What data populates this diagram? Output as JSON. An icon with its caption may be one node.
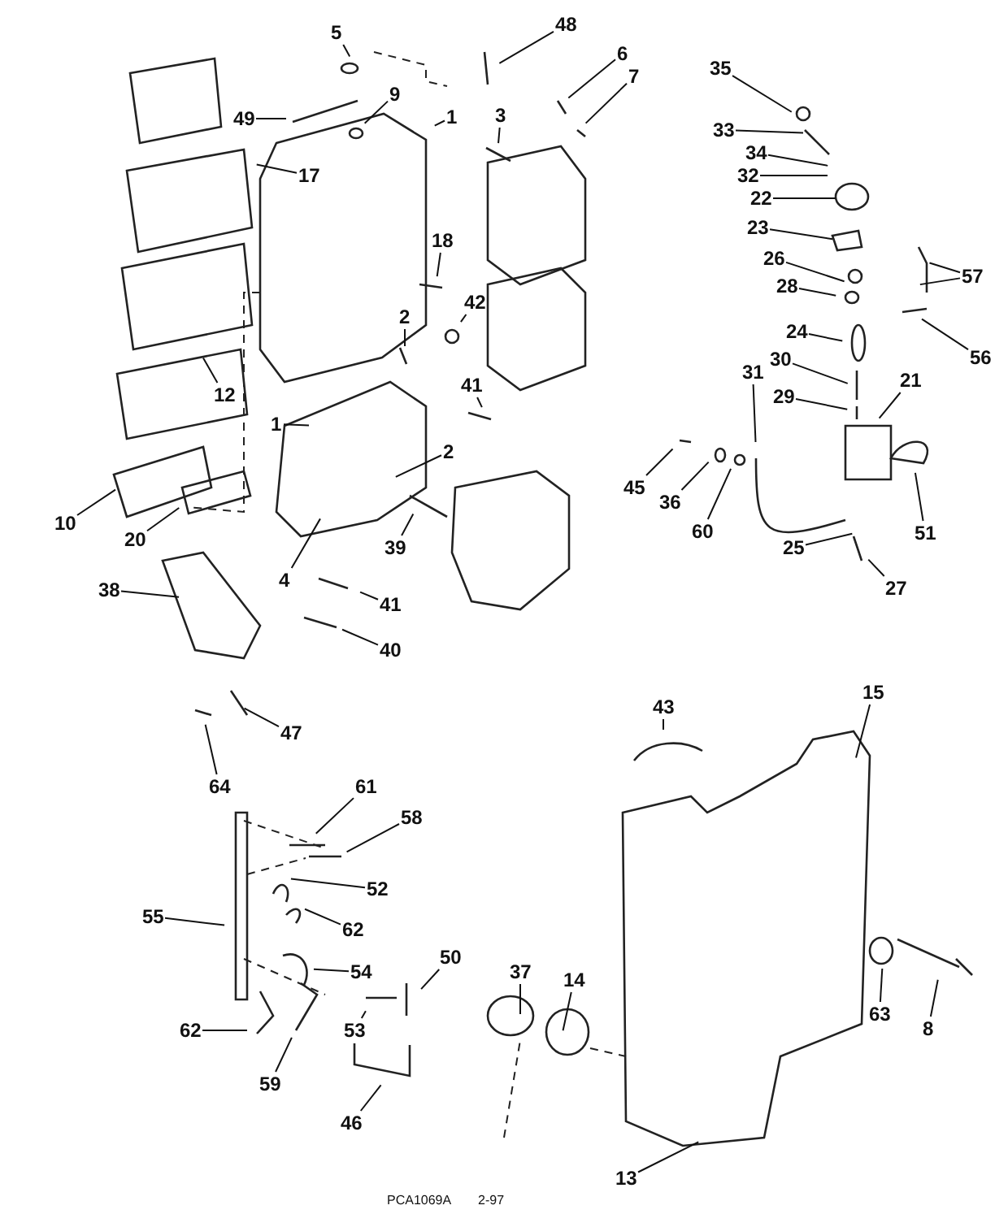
{
  "diagram": {
    "nodes": [
      {
        "text": [
          "5"
        ]
      },
      {
        "text": [
          "48"
        ]
      },
      {
        "text": [
          "6"
        ]
      },
      {
        "text": [
          "7"
        ]
      },
      {
        "text": [
          "49"
        ]
      },
      {
        "text": [
          "9"
        ]
      },
      {
        "text": [
          "1"
        ]
      },
      {
        "text": [
          "3"
        ]
      },
      {
        "text": [
          "17"
        ]
      },
      {
        "text": [
          "18"
        ]
      },
      {
        "text": [
          "42"
        ]
      },
      {
        "text": [
          "2"
        ]
      },
      {
        "text": [
          "12"
        ]
      },
      {
        "text": [
          "41"
        ]
      },
      {
        "text": [
          "1"
        ]
      },
      {
        "text": [
          "2"
        ]
      },
      {
        "text": [
          "10"
        ]
      },
      {
        "text": [
          "20"
        ]
      },
      {
        "text": [
          "4"
        ]
      },
      {
        "text": [
          "39"
        ]
      },
      {
        "text": [
          "41"
        ]
      },
      {
        "text": [
          "38"
        ]
      },
      {
        "text": [
          "40"
        ]
      },
      {
        "text": [
          "47"
        ]
      },
      {
        "text": [
          "64"
        ]
      },
      {
        "text": [
          "35"
        ]
      },
      {
        "text": [
          "33"
        ]
      },
      {
        "text": [
          "34"
        ]
      },
      {
        "text": [
          "32"
        ]
      },
      {
        "text": [
          "22"
        ]
      },
      {
        "text": [
          "23"
        ]
      },
      {
        "text": [
          "26"
        ]
      },
      {
        "text": [
          "28"
        ]
      },
      {
        "text": [
          "24"
        ]
      },
      {
        "text": [
          "57"
        ]
      },
      {
        "text": [
          "56"
        ]
      },
      {
        "text": [
          "30"
        ]
      },
      {
        "text": [
          "29"
        ]
      },
      {
        "text": [
          "31"
        ]
      },
      {
        "text": [
          "21"
        ]
      },
      {
        "text": [
          "45"
        ]
      },
      {
        "text": [
          "36"
        ]
      },
      {
        "text": [
          "60"
        ]
      },
      {
        "text": [
          "51"
        ]
      },
      {
        "text": [
          "25"
        ]
      },
      {
        "text": [
          "27"
        ]
      },
      {
        "text": [
          "43"
        ]
      },
      {
        "text": [
          "15"
        ]
      },
      {
        "text": [
          "61"
        ]
      },
      {
        "text": [
          "58"
        ]
      },
      {
        "text": [
          "52"
        ]
      },
      {
        "text": [
          "62"
        ]
      },
      {
        "text": [
          "55"
        ]
      },
      {
        "text": [
          "54"
        ]
      },
      {
        "text": [
          "50"
        ]
      },
      {
        "text": [
          "62"
        ]
      },
      {
        "text": [
          "53"
        ]
      },
      {
        "text": [
          "59"
        ]
      },
      {
        "text": [
          "46"
        ]
      },
      {
        "text": [
          "37"
        ]
      },
      {
        "text": [
          "14"
        ]
      },
      {
        "text": [
          "63"
        ]
      },
      {
        "text": [
          "8"
        ]
      },
      {
        "text": [
          "13"
        ]
      }
    ],
    "edges": [
      {
        "from": 0,
        "to": null,
        "arrow": "none"
      },
      {
        "from": 1,
        "to": null,
        "arrow": "none"
      },
      {
        "from": 2,
        "to": null,
        "arrow": "none"
      },
      {
        "from": 3,
        "to": null,
        "arrow": "none"
      },
      {
        "from": 4,
        "to": null,
        "arrow": "none"
      },
      {
        "from": 5,
        "to": null,
        "arrow": "none"
      },
      {
        "from": 6,
        "to": null,
        "arrow": "none"
      },
      {
        "from": 7,
        "to": null,
        "arrow": "none"
      },
      {
        "from": 8,
        "to": null,
        "arrow": "none"
      },
      {
        "from": 9,
        "to": null,
        "arrow": "none"
      },
      {
        "from": 10,
        "to": null,
        "arrow": "none"
      },
      {
        "from": 11,
        "to": null,
        "arrow": "none"
      },
      {
        "from": 12,
        "to": null,
        "arrow": "none"
      },
      {
        "from": 13,
        "to": null,
        "arrow": "none"
      },
      {
        "from": 14,
        "to": null,
        "arrow": "none"
      },
      {
        "from": 15,
        "to": null,
        "arrow": "none"
      },
      {
        "from": 16,
        "to": null,
        "arrow": "none"
      },
      {
        "from": 17,
        "to": null,
        "arrow": "none"
      },
      {
        "from": 18,
        "to": null,
        "arrow": "none"
      },
      {
        "from": 19,
        "to": null,
        "arrow": "none"
      },
      {
        "from": 20,
        "to": null,
        "arrow": "none"
      },
      {
        "from": 21,
        "to": null,
        "arrow": "none"
      },
      {
        "from": 22,
        "to": null,
        "arrow": "none"
      },
      {
        "from": 23,
        "to": null,
        "arrow": "none"
      },
      {
        "from": 24,
        "to": null,
        "arrow": "none"
      },
      {
        "from": 25,
        "to": null,
        "arrow": "none"
      },
      {
        "from": 26,
        "to": null,
        "arrow": "none"
      },
      {
        "from": 27,
        "to": null,
        "arrow": "none"
      },
      {
        "from": 28,
        "to": null,
        "arrow": "none"
      },
      {
        "from": 29,
        "to": null,
        "arrow": "none"
      },
      {
        "from": 30,
        "to": null,
        "arrow": "none"
      },
      {
        "from": 31,
        "to": null,
        "arrow": "none"
      },
      {
        "from": 32,
        "to": null,
        "arrow": "none"
      },
      {
        "from": 33,
        "to": null,
        "arrow": "none"
      },
      {
        "from": 34,
        "to": null,
        "arrow": "none"
      },
      {
        "from": 34,
        "to": null,
        "arrow": "none"
      },
      {
        "from": 35,
        "to": null,
        "arrow": "none"
      },
      {
        "from": 36,
        "to": null,
        "arrow": "none"
      },
      {
        "from": 37,
        "to": null,
        "arrow": "none"
      },
      {
        "from": 38,
        "to": null,
        "arrow": "none"
      },
      {
        "from": 39,
        "to": null,
        "arrow": "none"
      },
      {
        "from": 40,
        "to": null,
        "arrow": "none"
      },
      {
        "from": 41,
        "to": null,
        "arrow": "none"
      },
      {
        "from": 42,
        "to": null,
        "arrow": "none"
      },
      {
        "from": 43,
        "to": null,
        "arrow": "none"
      },
      {
        "from": 44,
        "to": null,
        "arrow": "none"
      },
      {
        "from": 45,
        "to": null,
        "arrow": "none"
      },
      {
        "from": 46,
        "to": null,
        "arrow": "none"
      },
      {
        "from": 47,
        "to": null,
        "arrow": "none"
      },
      {
        "from": 48,
        "to": null,
        "arrow": "none"
      },
      {
        "from": 49,
        "to": null,
        "arrow": "none"
      },
      {
        "from": 50,
        "to": null,
        "arrow": "none"
      },
      {
        "from": 51,
        "to": null,
        "arrow": "none"
      },
      {
        "from": 52,
        "to": null,
        "arrow": "none"
      },
      {
        "from": 53,
        "to": null,
        "arrow": "none"
      },
      {
        "from": 54,
        "to": null,
        "arrow": "none"
      },
      {
        "from": 55,
        "to": null,
        "arrow": "none"
      },
      {
        "from": 56,
        "to": null,
        "arrow": "none"
      },
      {
        "from": 57,
        "to": null,
        "arrow": "none"
      },
      {
        "from": 58,
        "to": null,
        "arrow": "none"
      },
      {
        "from": 59,
        "to": null,
        "arrow": "none"
      },
      {
        "from": 60,
        "to": null,
        "arrow": "none"
      },
      {
        "from": 61,
        "to": null,
        "arrow": "none"
      },
      {
        "from": 62,
        "to": null,
        "arrow": "none"
      },
      {
        "from": 63,
        "to": null,
        "arrow": "none"
      }
    ],
    "labels": [
      "PCA1069A",
      "2-97"
    ]
  }
}
